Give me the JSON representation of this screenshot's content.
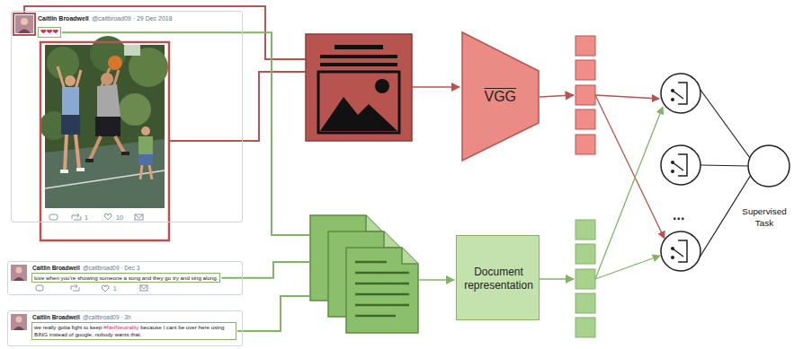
{
  "diagram": {
    "nodes": [
      {
        "text": [
          "Caitlin Broadwell",
          "@caitbroad09 · 29 Dec 2018",
          "❤❤❤",
          "1",
          "10"
        ]
      },
      {
        "text": [
          "Caitlin Broadwell",
          "@caitbroad09 · Dec 3",
          "love when you're showing someone a song and they go try and sing along.",
          "1"
        ]
      },
      {
        "text": [
          "Caitlin Broadwell",
          "@caitbroad09 · 3h",
          "we really gotta fight to keep",
          "#NetNeutrality",
          "because I cant be over here using BING instead of google, nobody wants that."
        ]
      },
      {
        "text": [
          "VGG"
        ]
      },
      {
        "text": [
          "Document representation"
        ]
      },
      {
        "text": [
          "Supervised Task"
        ]
      }
    ],
    "labels": [
      "..."
    ]
  }
}
